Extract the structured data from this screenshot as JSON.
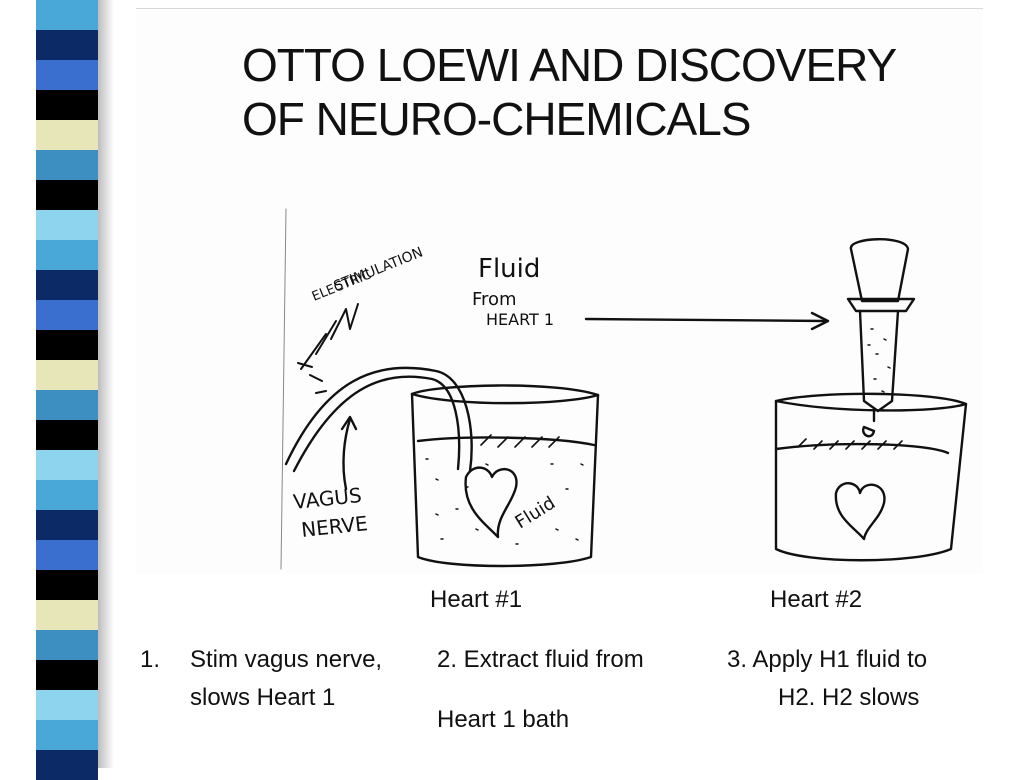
{
  "slide": {
    "title_line1": "OTTO LOEWI AND DISCOVERY",
    "title_line2": "OF NEURO-CHEMICALS"
  },
  "drawing": {
    "label_electric": "ELECTRIC",
    "label_stimulation": "STIMULATION",
    "label_fluid_from_1": "Fluid",
    "label_fluid_from_2": "From",
    "label_fluid_from_3": "HEART 1",
    "label_vagus": "VAGUS",
    "label_nerve": "NERVE",
    "label_fluid": "Fluid"
  },
  "captions": {
    "heart1": "Heart #1",
    "heart2": "Heart #2",
    "step1_num": "1.",
    "step1_line1": "Stim vagus nerve,",
    "step1_line2": "slows Heart 1",
    "step2_line1": "2. Extract fluid from",
    "step2_line2": "Heart 1 bath",
    "step3_line1": "3.  Apply H1 fluid to",
    "step3_line2": "H2. H2 slows"
  },
  "colors": {
    "stripe": [
      "#4aa8d8",
      "#0b2a66",
      "#3a6fd0",
      "#000000",
      "#e6e6b8",
      "#3c8fc0",
      "#000000",
      "#8fd4ef"
    ]
  }
}
